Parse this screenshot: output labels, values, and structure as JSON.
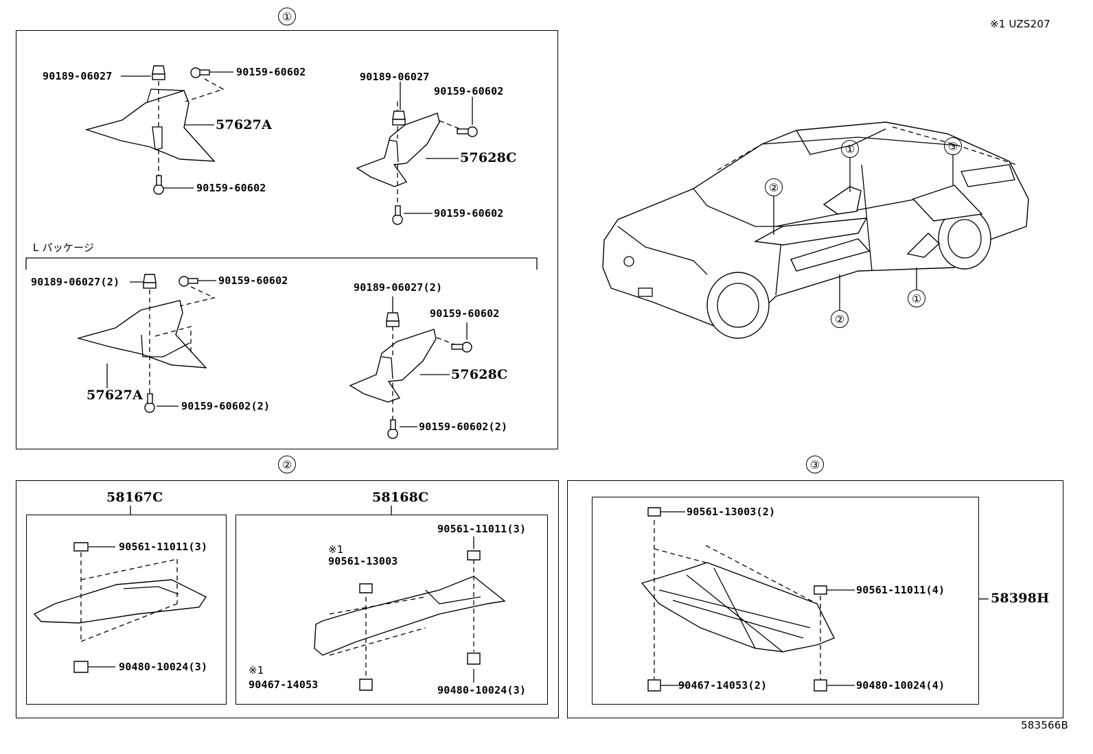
{
  "header": {
    "applicability": "※1 UZS207"
  },
  "footer": {
    "ref": "583566B"
  },
  "markers": {
    "m1": "①",
    "m2": "②",
    "m3": "③"
  },
  "group1": {
    "upper": {
      "a_clip": "90189-06027",
      "a_screw_top": "90159-60602",
      "a_part": "57627A",
      "a_screw_bottom": "90159-60602",
      "c_clip": "90189-06027",
      "c_screw_top": "90159-60602",
      "c_part": "57628C",
      "c_screw_bottom": "90159-60602"
    },
    "package_label": "L パッケージ",
    "lower": {
      "a_clip": "90189-06027(2)",
      "a_screw_top": "90159-60602",
      "a_part": "57627A",
      "a_screw_bottom": "90159-60602(2)",
      "c_clip": "90189-06027(2)",
      "c_screw_top": "90159-60602",
      "c_part": "57628C",
      "c_screw_bottom": "90159-60602(2)"
    }
  },
  "group2": {
    "left": {
      "part": "58167C",
      "top": "90561-11011(3)",
      "bottom": "90480-10024(3)"
    },
    "right": {
      "part": "58168C",
      "note1": "※1",
      "clip_a": "90561-13003",
      "clip_b": "90561-11011(3)",
      "note2": "※1",
      "nut_a": "90467-14053",
      "nut_b": "90480-10024(3)"
    }
  },
  "group3": {
    "part": "58398H",
    "a": "90561-13003(2)",
    "b": "90561-11011(4)",
    "c": "90467-14053(2)",
    "d": "90480-10024(4)"
  }
}
